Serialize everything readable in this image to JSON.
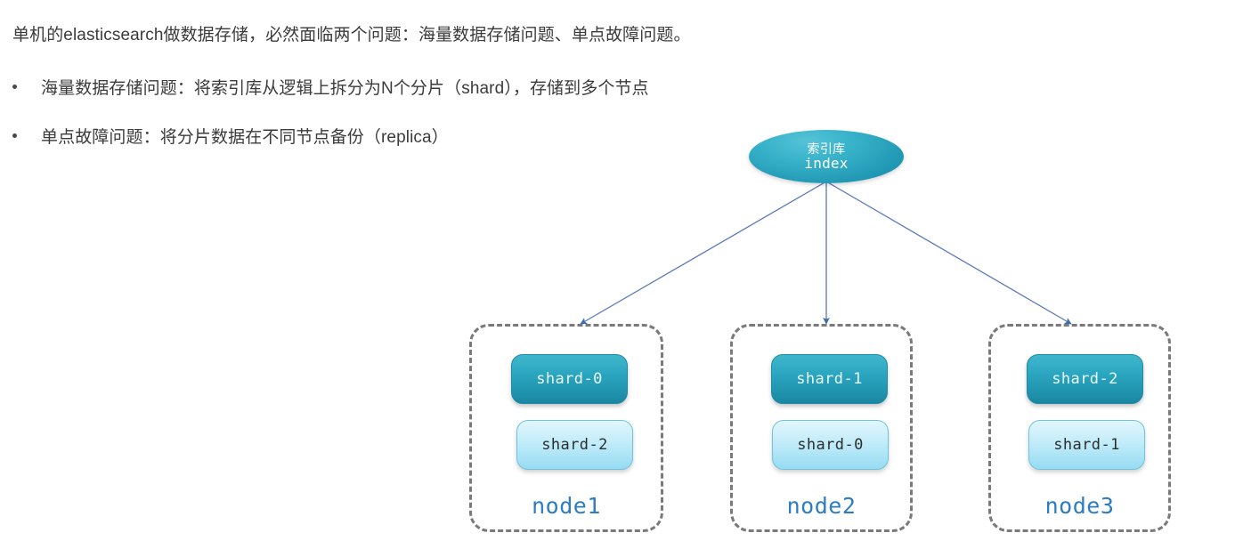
{
  "doc": {
    "lead_paragraph": "单机的elasticsearch做数据存储，必然面临两个问题：海量数据存储问题、单点故障问题。",
    "bullets": [
      "海量数据存储问题：将索引库从逻辑上拆分为N个分片（shard），存储到多个节点",
      "单点故障问题：将分片数据在不同节点备份（replica）"
    ]
  },
  "diagram": {
    "index_node": {
      "title_cn": "索引库",
      "title_en": "index"
    },
    "nodes": [
      {
        "label": "node1",
        "primary_shard": "shard-0",
        "replica_shard": "shard-2"
      },
      {
        "label": "node2",
        "primary_shard": "shard-1",
        "replica_shard": "shard-0"
      },
      {
        "label": "node3",
        "primary_shard": "shard-2",
        "replica_shard": "shard-1"
      }
    ],
    "colors": {
      "index_fill": "#2ba6c0",
      "primary_shard_fill": "#1a87a2",
      "replica_shard_fill": "#96dcf2",
      "node_border": "#7a7a7a",
      "node_label": "#2e7dc2",
      "arrow": "#4a6fae",
      "text": "#3b3b3b"
    }
  }
}
